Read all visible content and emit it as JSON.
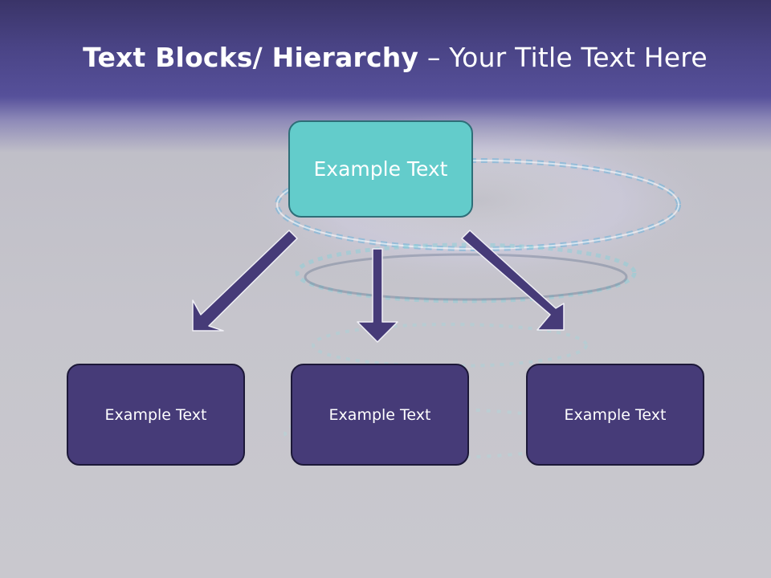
{
  "title": {
    "bold_part": "Text Blocks/ Hierarchy",
    "regular_part": " – Your Title Text Here"
  },
  "hierarchy": {
    "root": {
      "label": "Example Text"
    },
    "children": [
      {
        "label": "Example Text"
      },
      {
        "label": "Example Text"
      },
      {
        "label": "Example Text"
      }
    ]
  },
  "colors": {
    "header": "#4a4486",
    "background": "#c6c5cc",
    "root_box": "#63cccb",
    "child_box": "#463b78",
    "arrow": "#463b78"
  }
}
